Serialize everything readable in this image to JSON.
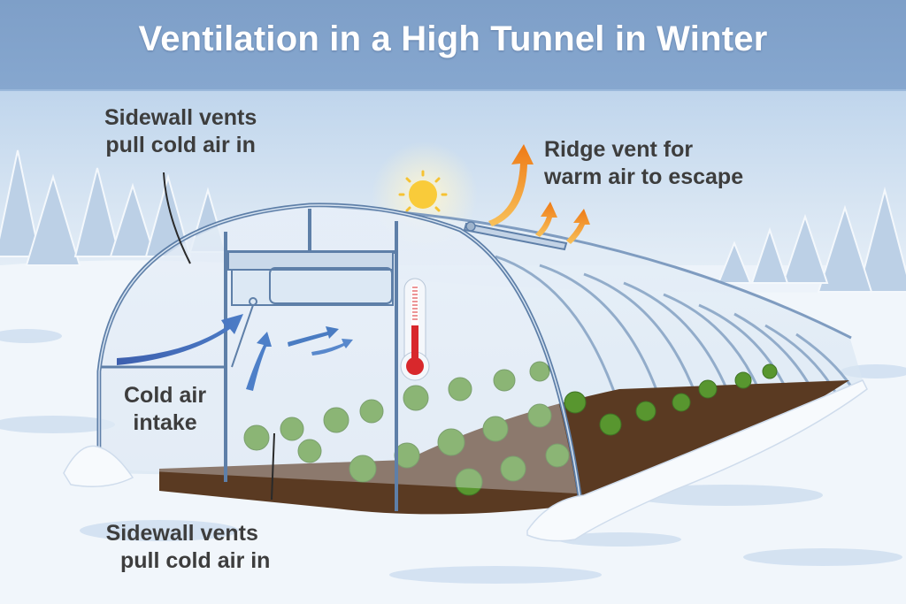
{
  "title": "Ventilation in a High Tunnel in Winter",
  "labels": {
    "sidewall_top": {
      "line1": "Sidewall vents",
      "line2": "pull cold air in"
    },
    "ridge_vent": {
      "line1": "Ridge vent for",
      "line2": "warm air to escape"
    },
    "cold_air_intake": {
      "line1": "Cold air",
      "line2": "intake"
    },
    "sidewall_bottom": {
      "line1": "Sidewall vents",
      "line2": "pull cold air in"
    }
  },
  "icons": {
    "sun": "sun-icon",
    "thermometer": "thermometer-icon",
    "warm_air_arrows": "warm-air-arrow-icon",
    "cold_air_arrows": "cold-air-arrow-icon"
  },
  "colors": {
    "title_band": "#7e9fc8",
    "sky": "#c9dcef",
    "snow": "#eef4fb",
    "warm_arrow": "#f08a1c",
    "cold_arrow": "#3b63b0",
    "thermometer_red": "#d8282c",
    "frame": "#5e7fa8",
    "plants": "#4f8f2e",
    "soil": "#5a3a22",
    "label_text": "#3d3d3d"
  }
}
